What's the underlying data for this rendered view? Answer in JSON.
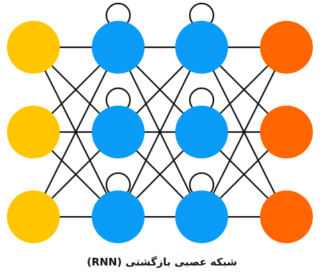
{
  "caption": "شبکه عصبی بازگشتی (RNN)",
  "colors": {
    "input": "#FFC600",
    "hidden": "#0A9BF7",
    "output": "#FF6600",
    "edge": "#111111",
    "background": "#FFFFFF"
  },
  "network": {
    "layers": [
      {
        "name": "input-layer",
        "role": "input",
        "nodes": 3,
        "recurrent": false
      },
      {
        "name": "hidden-layer-1",
        "role": "hidden",
        "nodes": 3,
        "recurrent": true
      },
      {
        "name": "hidden-layer-2",
        "role": "hidden",
        "nodes": 3,
        "recurrent": true
      },
      {
        "name": "output-layer",
        "role": "output",
        "nodes": 3,
        "recurrent": false
      }
    ],
    "fully_connected": true
  }
}
